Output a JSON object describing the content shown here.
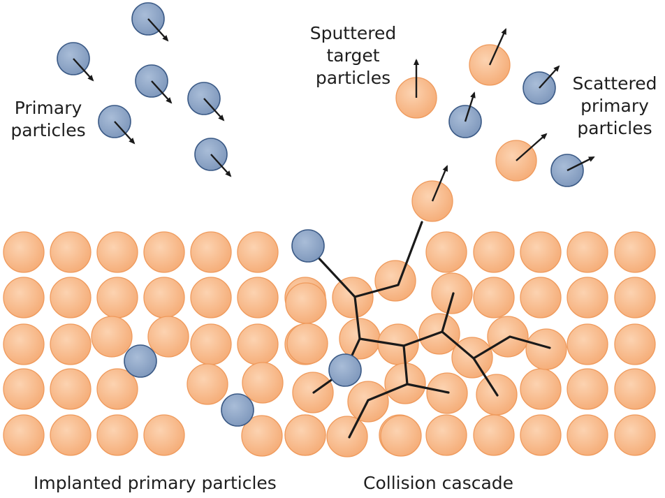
{
  "labels": {
    "primary": [
      "Primary",
      "particles"
    ],
    "sputtered": [
      "Sputtered",
      "target",
      "particles"
    ],
    "scattered": [
      "Scattered",
      "primary",
      "particles"
    ],
    "implanted": "Implanted primary particles",
    "cascade": "Collision cascade"
  },
  "colors": {
    "target_fill": "#f7b98a",
    "target_stroke": "#ef9a5c",
    "primary_fill": "#8fa6c6",
    "primary_stroke": "#3b5a86",
    "line": "#1a1a1a"
  }
}
